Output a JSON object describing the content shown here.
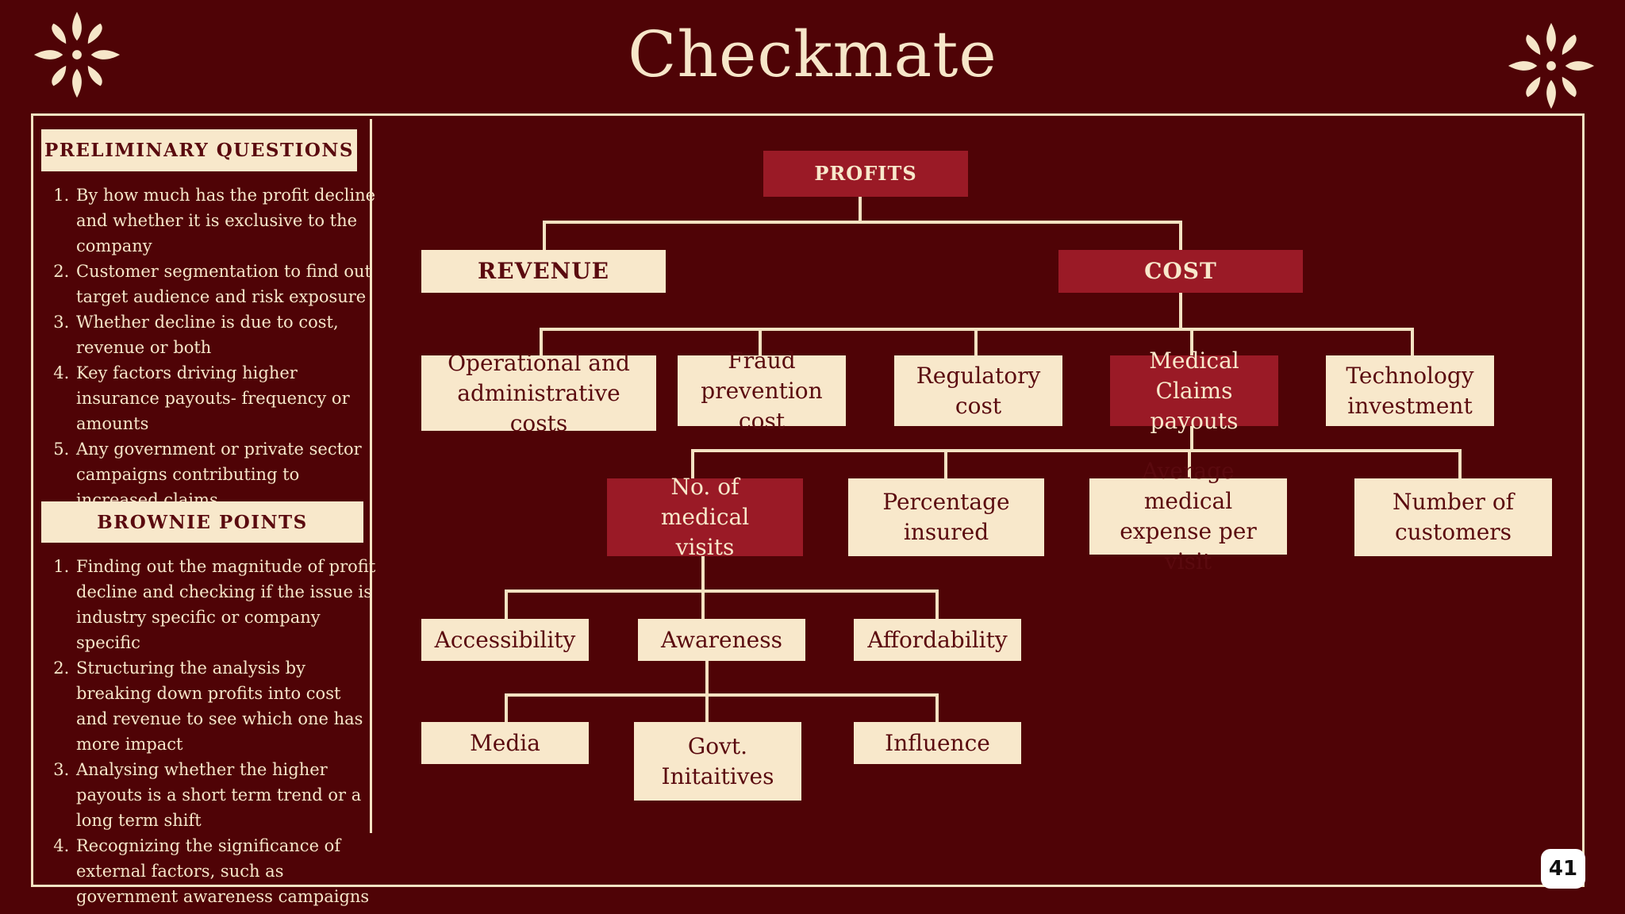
{
  "title": "Checkmate",
  "page_number": "41",
  "preliminary": {
    "heading": "PRELIMINARY QUESTIONS",
    "items": [
      "By how much has the profit decline and whether it is exclusive to the company",
      "Customer segmentation to find out target audience and risk exposure",
      "Whether decline is due to cost, revenue or both",
      "Key factors driving higher insurance payouts- frequency or amounts",
      "Any government or private sector campaigns contributing to increased claims"
    ]
  },
  "brownie": {
    "heading": "BROWNIE POINTS",
    "items": [
      "Finding out the magnitude of profit decline and checking if the issue is industry specific or company specific",
      "Structuring the analysis by breaking down profits into cost and revenue to see which one has more impact",
      "Analysing whether the higher payouts is a short term trend or a long term shift",
      "Recognizing the significance of external factors, such as government awareness campaigns"
    ]
  },
  "tree": {
    "profits": "PROFITS",
    "revenue": "REVENUE",
    "cost": "COST",
    "operational": "Operational and administrative costs",
    "fraud": "Fraud prevention cost",
    "regulatory": "Regulatory cost",
    "medical_claims": "Medical Claims payouts",
    "technology": "Technology investment",
    "medical_visits": "No. of medical visits",
    "percentage_insured": "Percentage insured",
    "avg_expense": "Average medical expense per visit",
    "num_customers": "Number of customers",
    "accessibility": "Accessibility",
    "awareness": "Awareness",
    "affordability": "Affordability",
    "media": "Media",
    "govt": "Govt. Initaitives",
    "influence": "Influence"
  },
  "colors": {
    "background": "#4f0306",
    "cream": "#f8e8cb",
    "highlight_red": "#9a1a26"
  }
}
